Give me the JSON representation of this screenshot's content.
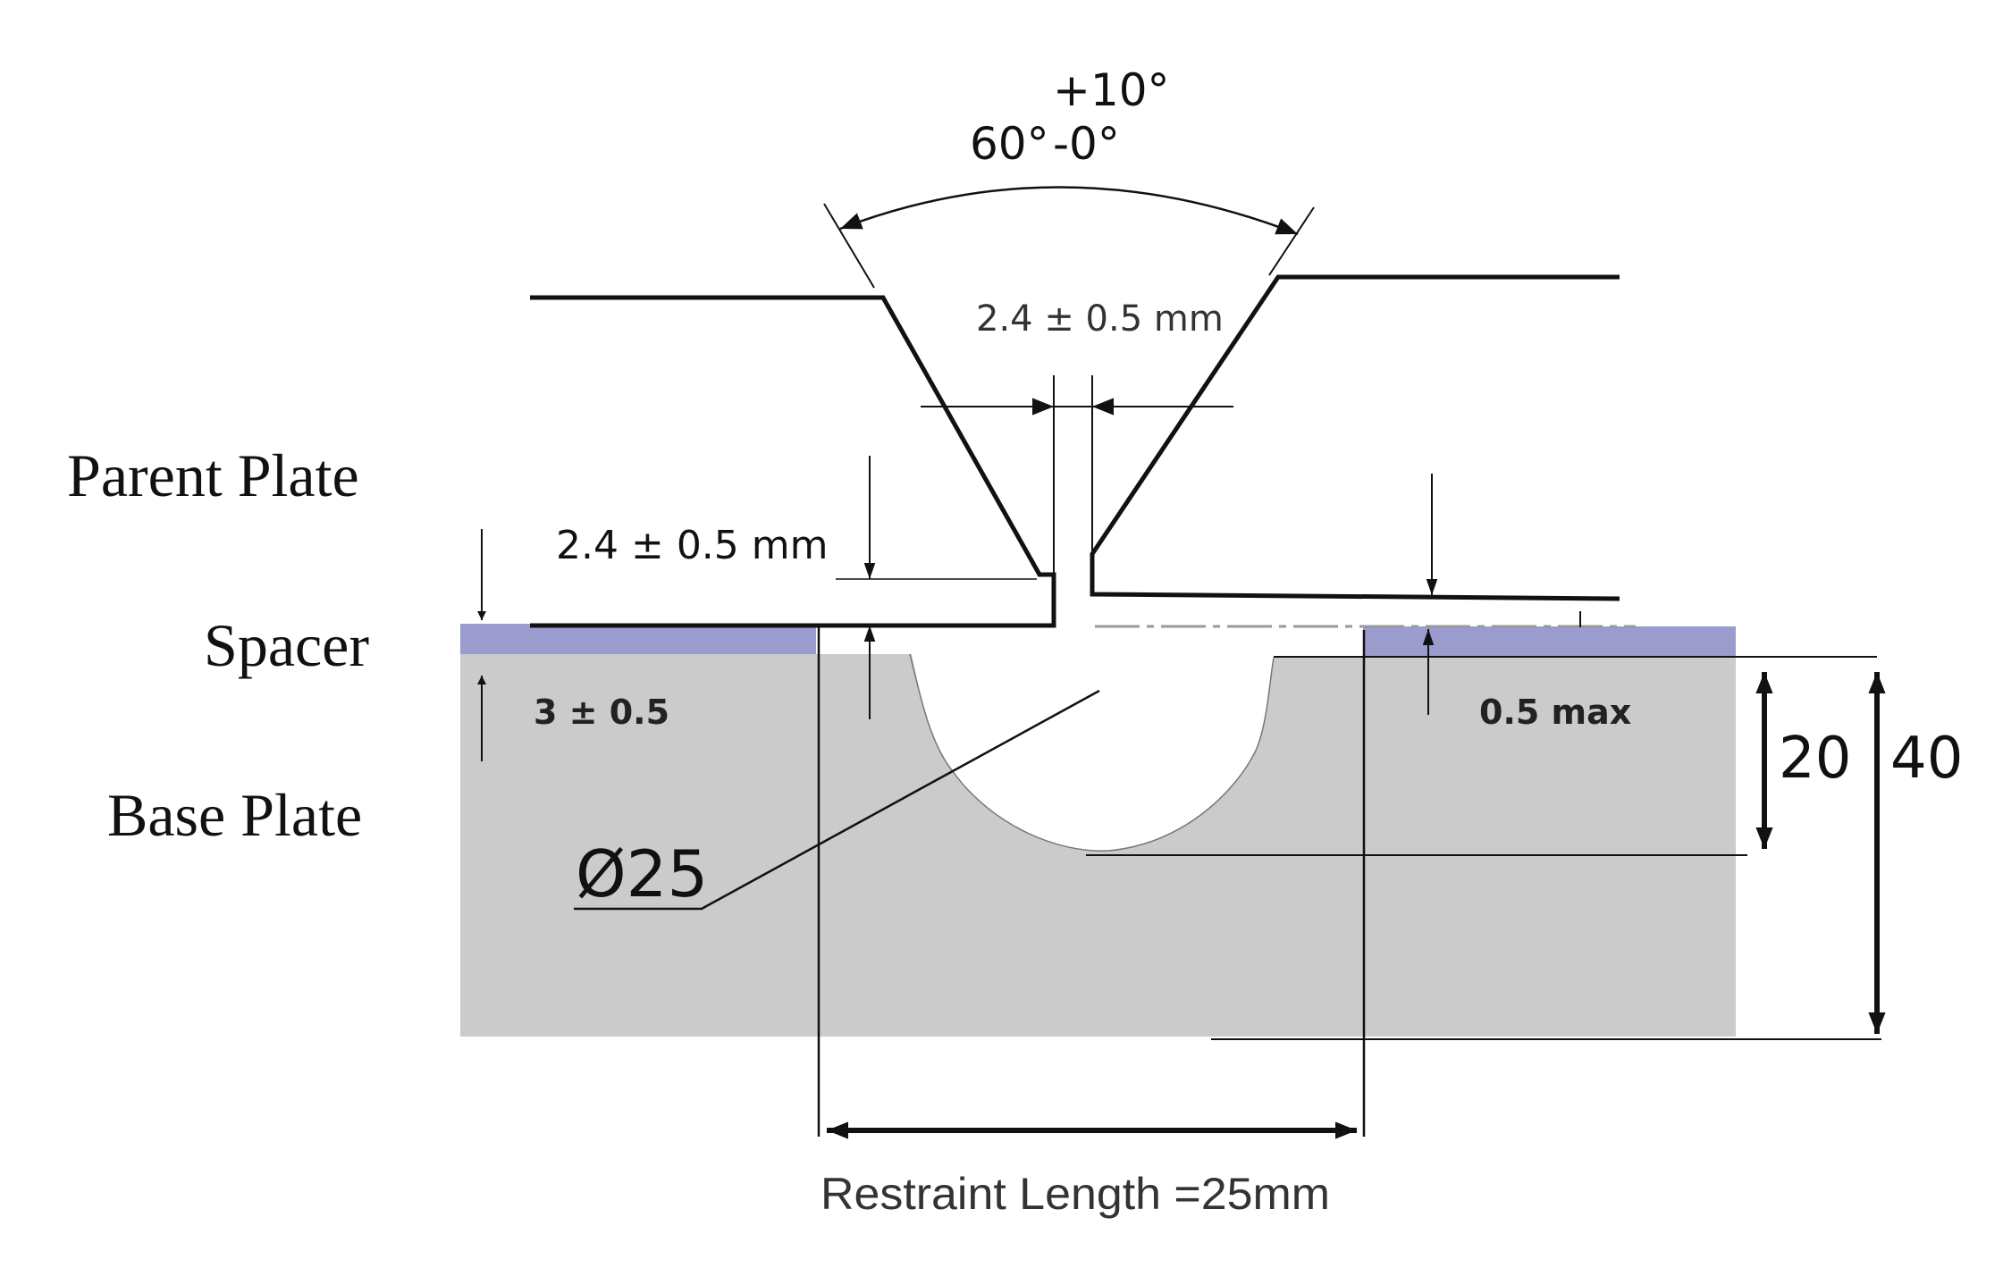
{
  "labels": {
    "parent_plate": "Parent Plate",
    "spacer": "Spacer",
    "base_plate": "Base Plate"
  },
  "dimensions": {
    "angle_tol": "+10°",
    "angle_main": "60°",
    "angle_minus": "-0°",
    "root_gap": "2.4 ± 0.5 mm",
    "root_face": "2.4 ± 0.5 mm",
    "spacer_thickness": "3 ± 0.5",
    "misalignment": "0.5 max",
    "groove_depth": "20",
    "base_thickness": "40",
    "groove_diameter": "Ø25",
    "restraint_length": "Restraint Length =25mm"
  },
  "colors": {
    "base_plate_fill": "#cbcbcb",
    "spacer_fill": "#9b9bcd",
    "line": "#111111"
  }
}
